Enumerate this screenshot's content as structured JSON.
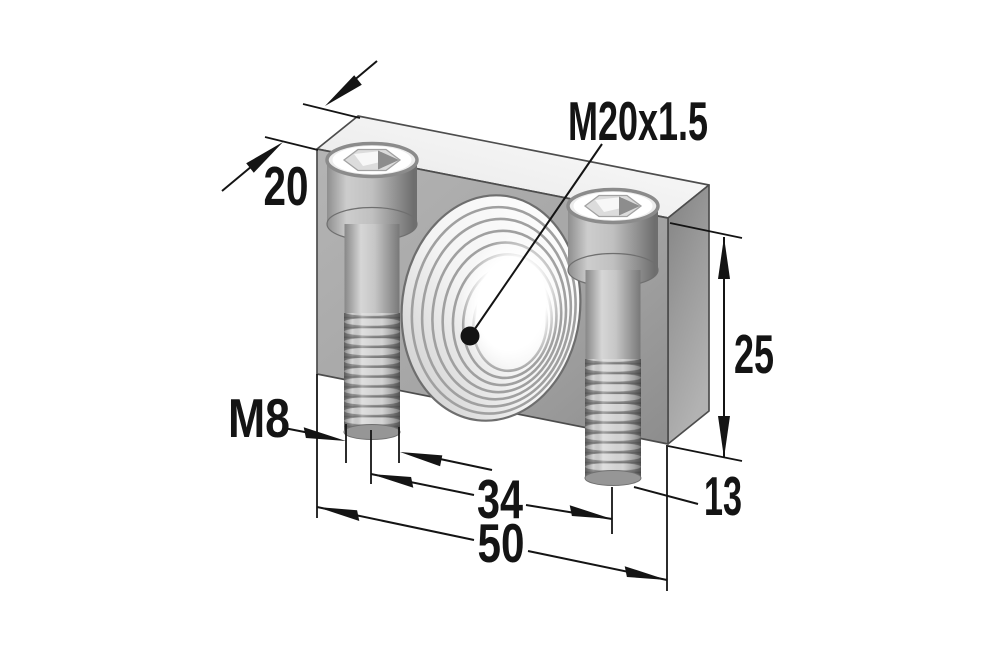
{
  "drawing": {
    "labels": {
      "depth": "20",
      "hole_thread": "M20x1.5",
      "screw_thread": "M8",
      "screw_spacing": "34",
      "overall_width": "50",
      "height": "25",
      "side_offset": "13"
    },
    "colors": {
      "background": "#ffffff",
      "line": "#141414",
      "top_face": "#efefef",
      "front_face": "#a6a6a6",
      "side_face": "#9a9a9a"
    }
  }
}
